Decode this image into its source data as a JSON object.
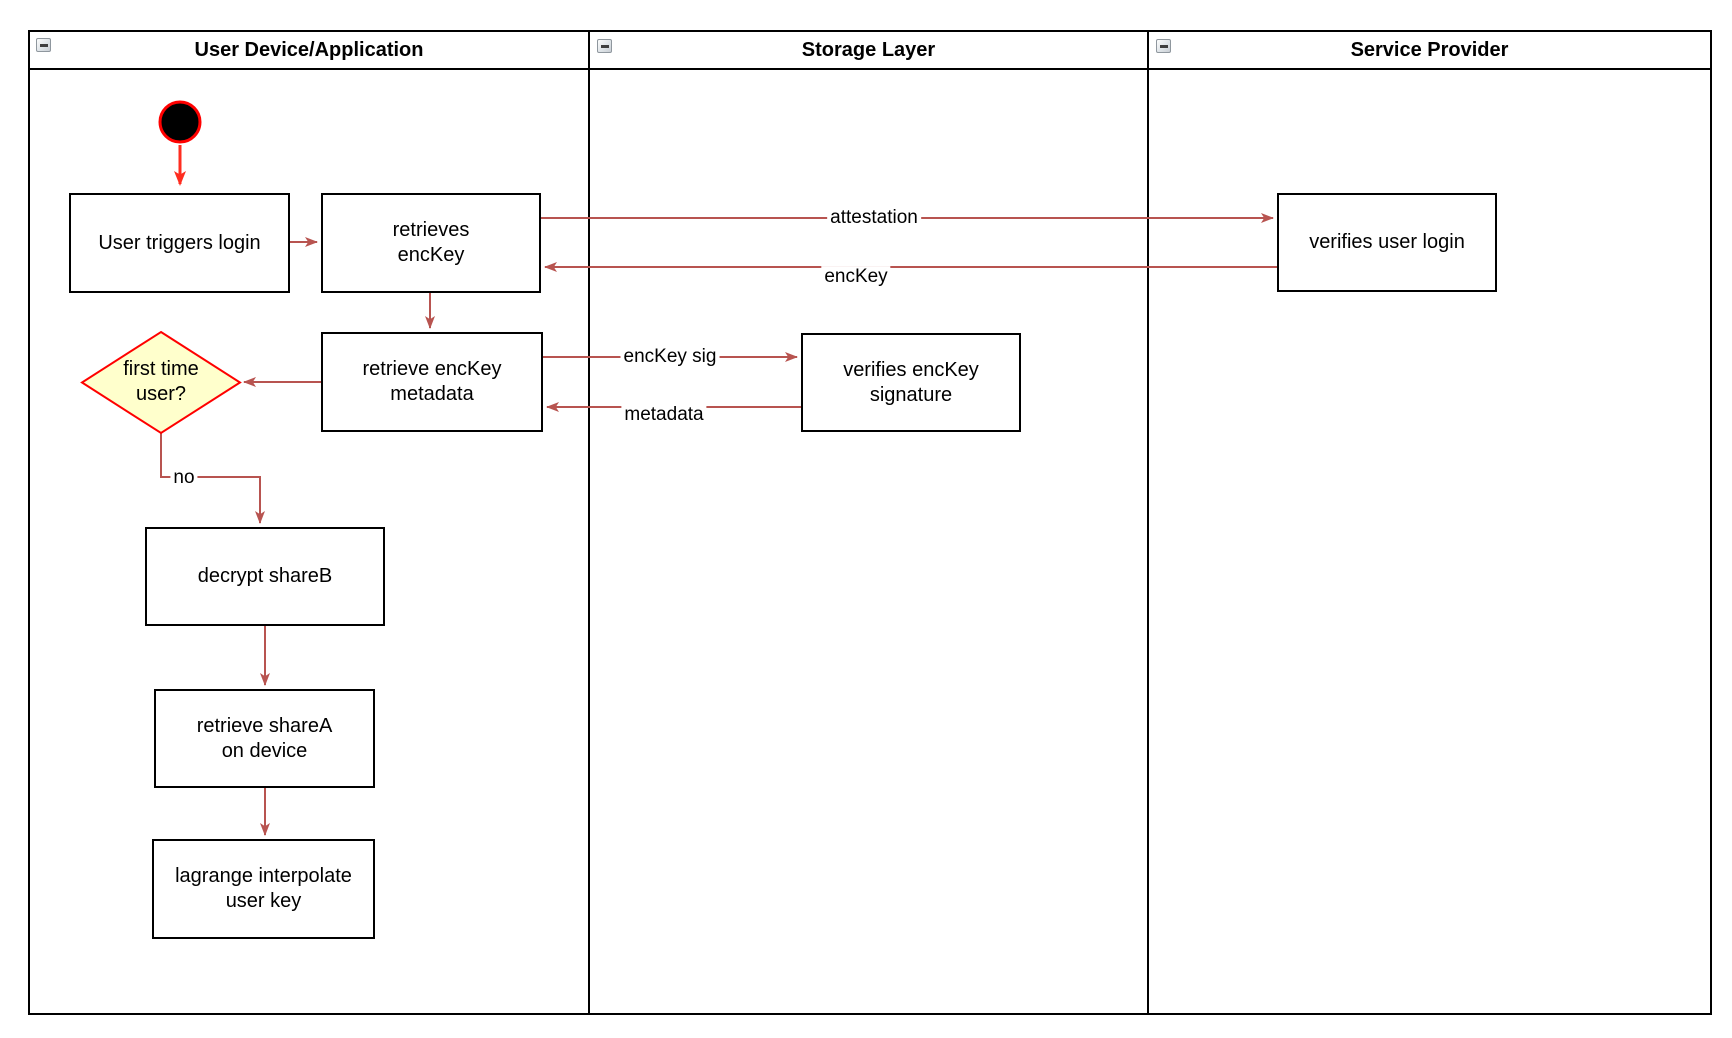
{
  "lanes": [
    {
      "title": "User Device/Application",
      "collapse_icon": "minus-collapse-icon"
    },
    {
      "title": "Storage Layer",
      "collapse_icon": "minus-collapse-icon"
    },
    {
      "title": "Service Provider",
      "collapse_icon": "minus-collapse-icon"
    }
  ],
  "nodes": {
    "start": {
      "type": "initial-node"
    },
    "userTriggersLogin": {
      "label": "User triggers login"
    },
    "retrievesEncKey": {
      "label": "retrieves\nencKey"
    },
    "retrieveEncKeyMetadata": {
      "label": "retrieve encKey\nmetadata"
    },
    "firstTimeUser": {
      "label": "first time\nuser?"
    },
    "decryptShareB": {
      "label": "decrypt shareB"
    },
    "retrieveShareA": {
      "label": "retrieve shareA\non device"
    },
    "lagrangeInterpolate": {
      "label": "lagrange interpolate\nuser key"
    },
    "verifiesEncKeySignature": {
      "label": "verifies encKey\nsignature"
    },
    "verifiesUserLogin": {
      "label": "verifies user login"
    }
  },
  "edge_labels": {
    "attestation": "attestation",
    "encKey": "encKey",
    "encKeySig": "encKey sig",
    "metadata": "metadata",
    "no": "no"
  },
  "colors": {
    "edge": "#b85450",
    "accent_red": "#ff0000",
    "start_arrow_red": "#ff2d20",
    "diamond_fill": "#ffffcc",
    "node_fill": "#ffffff",
    "border": "#000000"
  }
}
